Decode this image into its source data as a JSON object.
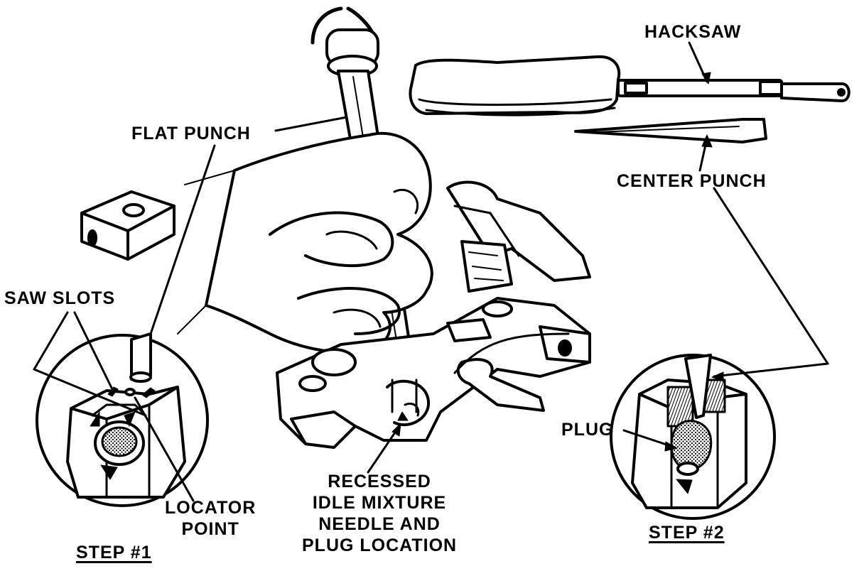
{
  "labels": {
    "hacksaw": "HACKSAW",
    "flat_punch": "FLAT PUNCH",
    "center_punch": "CENTER PUNCH",
    "saw_slots": "SAW SLOTS",
    "plug": "PLUG",
    "locator_point": [
      "LOCATOR",
      "POINT"
    ],
    "recessed": [
      "RECESSED",
      "IDLE MIXTURE",
      "NEEDLE AND",
      "PLUG LOCATION"
    ],
    "step1": "STEP #1",
    "step2": "STEP #2"
  },
  "colors": {
    "ink": "#000000",
    "paper": "#ffffff",
    "plug_fill": "#cfcfcf"
  }
}
